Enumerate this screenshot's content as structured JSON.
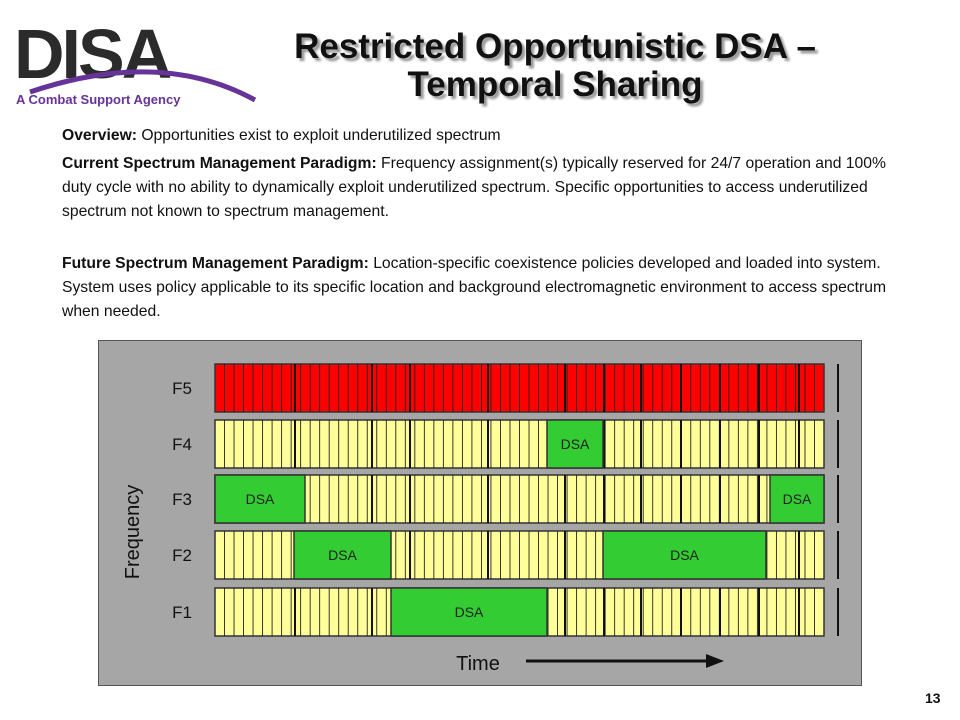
{
  "logo": {
    "mark": "DISA",
    "tagline": "A Combat Support Agency"
  },
  "title": {
    "line1": "Restricted Opportunistic DSA –",
    "line2": "Temporal Sharing"
  },
  "paragraphs": {
    "overview": {
      "label": "Overview:",
      "text": "Opportunities exist to exploit underutilized spectrum"
    },
    "current": {
      "label": "Current Spectrum Management Paradigm:",
      "text": "Frequency assignment(s) typically reserved for 24/7 operation and 100% duty cycle with no ability to dynamically exploit underutilized spectrum.  Specific opportunities to access underutilized spectrum not known to spectrum management."
    },
    "future": {
      "label": "Future Spectrum Management Paradigm:",
      "text": "Location-specific coexistence policies developed and loaded into system.  System uses policy applicable to its specific location and background electromagnetic environment to access spectrum when needed."
    }
  },
  "diagram": {
    "y_axis_label": "Frequency",
    "x_axis_label": "Time",
    "rows": [
      {
        "label": "F5",
        "blocks": []
      },
      {
        "label": "F4",
        "blocks": [
          "DSA"
        ]
      },
      {
        "label": "F3",
        "blocks": [
          "DSA",
          "DSA"
        ]
      },
      {
        "label": "F2",
        "blocks": [
          "DSA",
          "DSA"
        ]
      },
      {
        "label": "F1",
        "blocks": [
          "DSA"
        ]
      }
    ]
  },
  "colors": {
    "occupied": "#ff0000",
    "idle": "#ffff99",
    "dsa": "#33cc33",
    "panel": "#a6a6a6",
    "logo_purple": "#663399",
    "logo_dark": "#2b2b2b"
  },
  "page_number": "13"
}
